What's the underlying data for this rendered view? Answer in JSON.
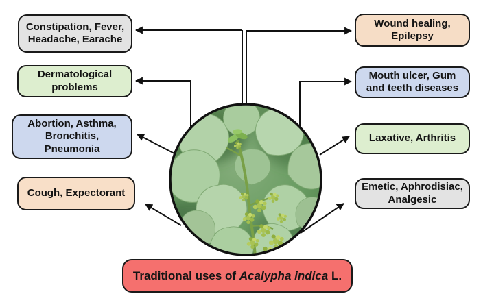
{
  "title": {
    "prefix": "Traditional uses of ",
    "species": "Acalypha indica",
    "suffix": " L.",
    "bg": "#f5706e"
  },
  "center": {
    "description": "Circular photo of Acalypha indica plant with pale green heart-shaped leaves and small green flower spikes"
  },
  "boxes": [
    {
      "id": "constipation",
      "label": "Constipation, Fever,\nHeadache, Earache",
      "bg": "#e3e3e3"
    },
    {
      "id": "dermatological",
      "label": "Dermatological\nproblems",
      "bg": "#ddeecf"
    },
    {
      "id": "abortion",
      "label": "Abortion, Asthma,\nBronchitis,\nPneumonia",
      "bg": "#cdd8ee"
    },
    {
      "id": "cough",
      "label": "Cough, Expectorant",
      "bg": "#f8dfc8"
    },
    {
      "id": "wound",
      "label": "Wound healing,\nEpilepsy",
      "bg": "#f6ddc6"
    },
    {
      "id": "mouth",
      "label": "Mouth ulcer, Gum\nand teeth diseases",
      "bg": "#cdd8ee"
    },
    {
      "id": "laxative",
      "label": "Laxative, Arthritis",
      "bg": "#ddeecf"
    },
    {
      "id": "emetic",
      "label": "Emetic, Aphrodisiac,\nAnalgesic",
      "bg": "#e3e3e3"
    }
  ],
  "colors": {
    "line": "#111111",
    "box_border": "#1a1a1a",
    "text": "#141414",
    "background": "#ffffff"
  }
}
